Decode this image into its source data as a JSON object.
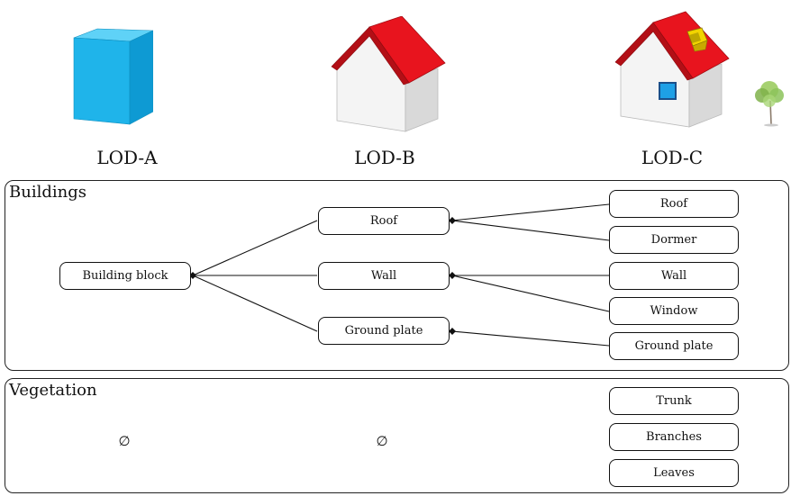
{
  "lod_labels": {
    "a": "LOD-A",
    "b": "LOD-B",
    "c": "LOD-C"
  },
  "colors": {
    "box_cube": "#1fb4ea",
    "roof_red": "#e8141e",
    "wall_gray": "#eeeeee",
    "window_blue": "#1ea0e6",
    "dormer_yellow": "#e4c300",
    "tree_green": "#8cc35a"
  },
  "panels": {
    "buildings": {
      "title": "Buildings",
      "level_a": {
        "node": "Building block"
      },
      "level_b": [
        "Roof",
        "Wall",
        "Ground plate"
      ],
      "level_c": [
        "Roof",
        "Dormer",
        "Wall",
        "Window",
        "Ground plate"
      ]
    },
    "vegetation": {
      "title": "Vegetation",
      "level_a": {
        "empty_symbol": "∅"
      },
      "level_b": {
        "empty_symbol": "∅"
      },
      "level_c": [
        "Trunk",
        "Branches",
        "Leaves"
      ]
    }
  }
}
